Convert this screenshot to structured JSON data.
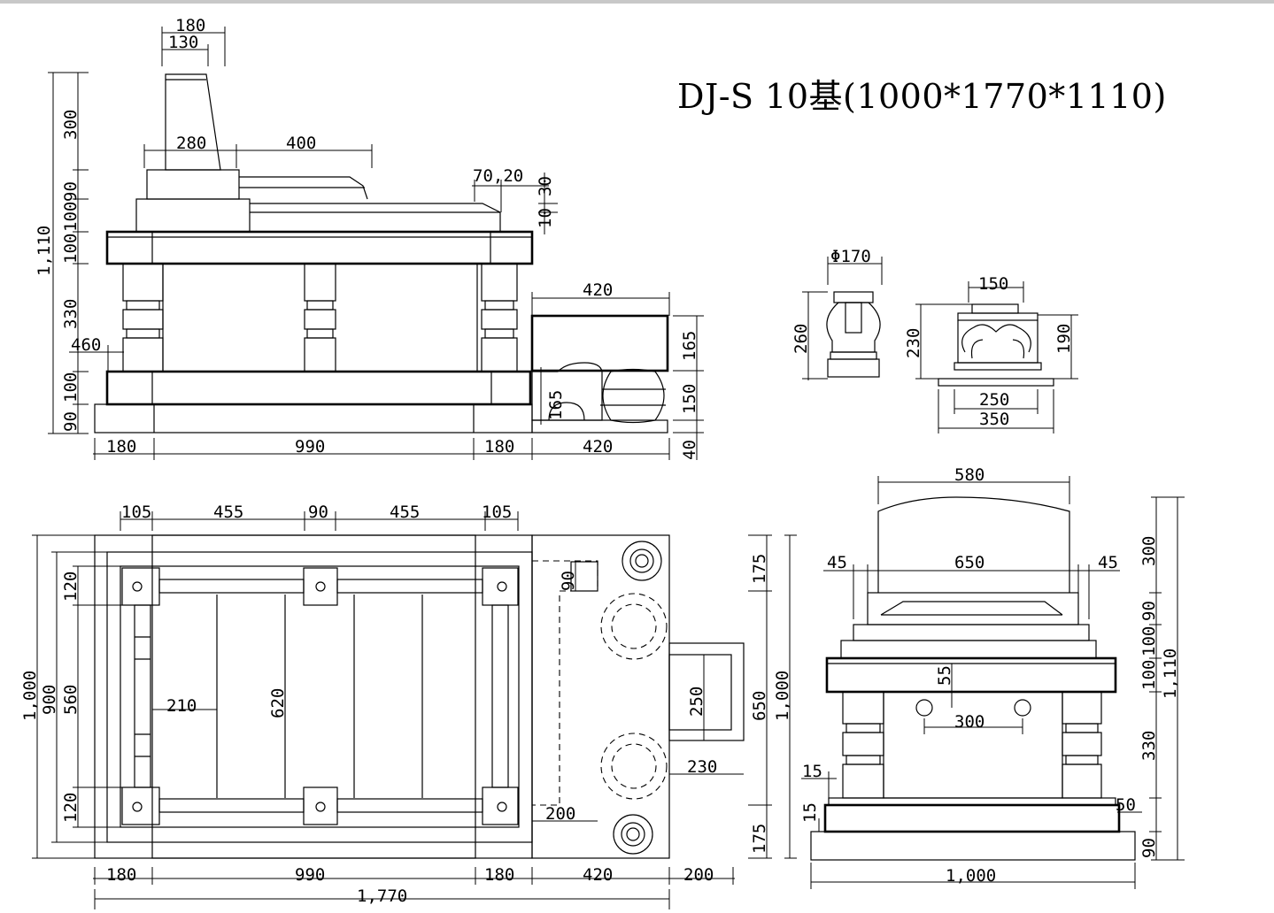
{
  "title": "DJ-S 10基(1000*1770*1110)",
  "dims": {
    "d180a": "180",
    "d130": "130",
    "d1110a": "1,110",
    "d300a": "300",
    "d280": "280",
    "d400": "400",
    "d90a": "90",
    "d100a": "100",
    "d100b": "100",
    "d7020": "70,20",
    "d30a": "30",
    "d10": "10",
    "d330a": "330",
    "d460": "460",
    "d100c": "100",
    "d90b": "90",
    "d420a": "420",
    "d165a": "165",
    "d165b": "165",
    "d150a": "150",
    "d40": "40",
    "d180b": "180",
    "d990a": "990",
    "d180c": "180",
    "d420b": "420",
    "dphi170": "Φ170",
    "d260": "260",
    "d150b": "150",
    "d230a": "230",
    "d190": "190",
    "d250a": "250",
    "d350": "350",
    "d105a": "105",
    "d455a": "455",
    "d90c": "90",
    "d455b": "455",
    "d105b": "105",
    "d1000a": "1,000",
    "d900": "900",
    "d560": "560",
    "d120a": "120",
    "d120b": "120",
    "d210": "210",
    "d620": "620",
    "d90d": "90",
    "d250b": "250",
    "d230b": "230",
    "d200a": "200",
    "d175a": "175",
    "d175b": "175",
    "d650a": "650",
    "d1000b": "1,000",
    "d180d": "180",
    "d990b": "990",
    "d180e": "180",
    "d420c": "420",
    "d200b": "200",
    "d1770": "1,770",
    "d580": "580",
    "d45a": "45",
    "d650b": "650",
    "d45b": "45",
    "d55": "55",
    "d300b": "300",
    "d15a": "15",
    "d15b": "15",
    "d50": "50",
    "d1000c": "1,000",
    "d300c": "300",
    "d90e": "90",
    "d100d": "100",
    "d100e": "100",
    "d330b": "330",
    "d1110b": "1,110",
    "d90f": "90"
  }
}
